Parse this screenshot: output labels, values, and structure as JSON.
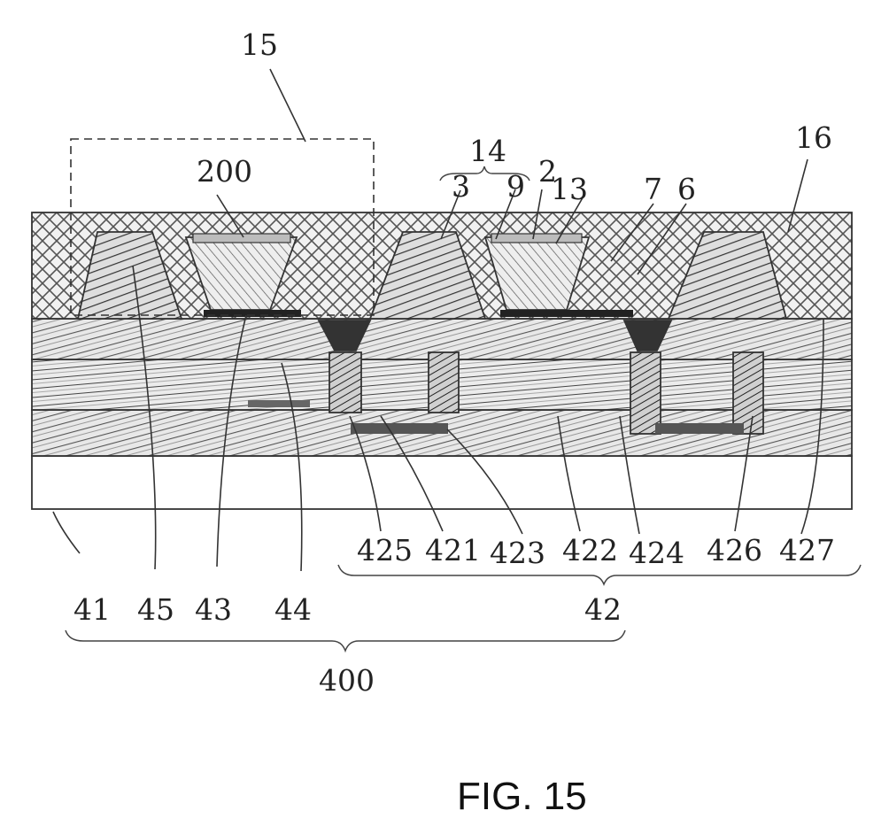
{
  "figure": {
    "caption": "FIG. 15",
    "labels": {
      "l15": "15",
      "l200": "200",
      "l14": "14",
      "l16": "16",
      "l3": "3",
      "l9": "9",
      "l2": "2",
      "l13": "13",
      "l7": "7",
      "l6": "6",
      "l425": "425",
      "l421": "421",
      "l423": "423",
      "l422": "422",
      "l424": "424",
      "l426": "426",
      "l427": "427",
      "l41": "41",
      "l45": "45",
      "l43": "43",
      "l44": "44",
      "l42": "42",
      "l400": "400"
    }
  }
}
